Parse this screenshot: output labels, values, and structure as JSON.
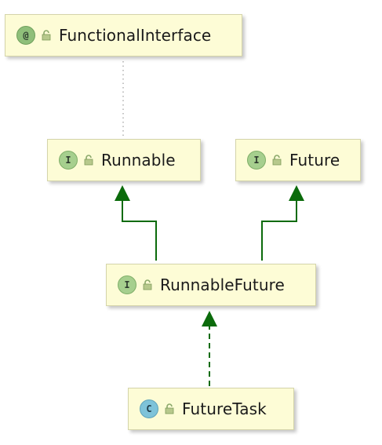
{
  "nodes": [
    {
      "id": "functional-interface",
      "kind": "annotation",
      "badge": "@",
      "name": "FunctionalInterface"
    },
    {
      "id": "runnable",
      "kind": "interface",
      "badge": "I",
      "name": "Runnable"
    },
    {
      "id": "future",
      "kind": "interface",
      "badge": "I",
      "name": "Future"
    },
    {
      "id": "runnable-future",
      "kind": "interface",
      "badge": "I",
      "name": "RunnableFuture"
    },
    {
      "id": "future-task",
      "kind": "class",
      "badge": "C",
      "name": "FutureTask"
    }
  ],
  "edges": [
    {
      "from": "runnable",
      "to": "functional-interface",
      "style": "dotted"
    },
    {
      "from": "runnable-future",
      "to": "runnable",
      "style": "solid"
    },
    {
      "from": "runnable-future",
      "to": "future",
      "style": "solid"
    },
    {
      "from": "future-task",
      "to": "runnable-future",
      "style": "dashed"
    }
  ],
  "colors": {
    "node_fill": "#fdfcd6",
    "arrow": "#0b6b0b",
    "dotted_line": "#b0b0b0"
  }
}
